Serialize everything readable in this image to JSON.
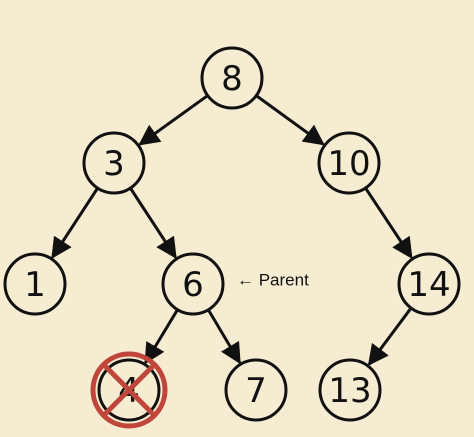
{
  "diagram": {
    "nodes": [
      {
        "id": "n8",
        "label": "8"
      },
      {
        "id": "n3",
        "label": "3"
      },
      {
        "id": "n10",
        "label": "10"
      },
      {
        "id": "n1",
        "label": "1"
      },
      {
        "id": "n6",
        "label": "6"
      },
      {
        "id": "n14",
        "label": "14"
      },
      {
        "id": "n4",
        "label": "4",
        "deleted": true
      },
      {
        "id": "n7",
        "label": "7"
      },
      {
        "id": "n13",
        "label": "13"
      }
    ],
    "edges": [
      {
        "from": "n8",
        "to": "n3"
      },
      {
        "from": "n8",
        "to": "n10"
      },
      {
        "from": "n3",
        "to": "n1"
      },
      {
        "from": "n3",
        "to": "n6"
      },
      {
        "from": "n10",
        "to": "n14"
      },
      {
        "from": "n6",
        "to": "n4"
      },
      {
        "from": "n6",
        "to": "n7"
      },
      {
        "from": "n14",
        "to": "n13"
      }
    ],
    "annotation": {
      "target": "n6",
      "text": "← Parent"
    },
    "colors": {
      "background": "#f6ecd2",
      "stroke": "#111111",
      "delete_mark": "#c0453a"
    }
  }
}
